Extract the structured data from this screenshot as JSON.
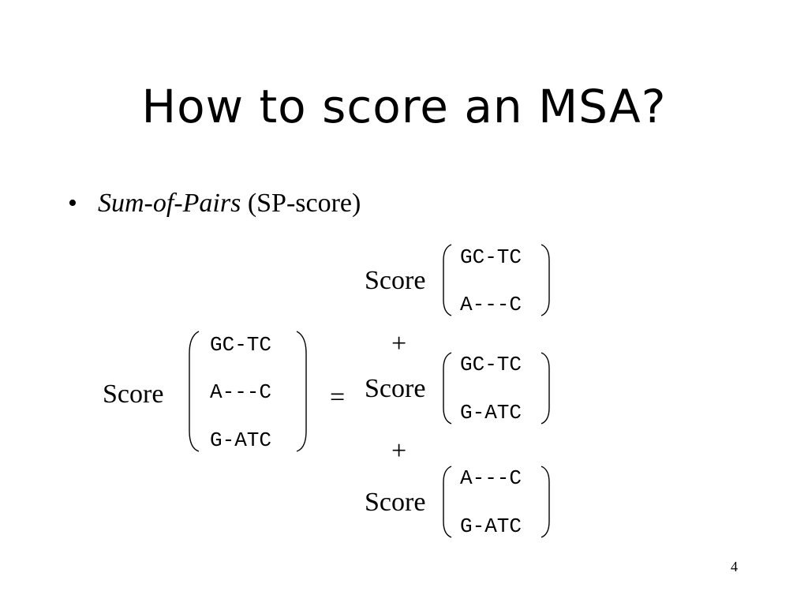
{
  "title": "How to score an MSA?",
  "bullet": {
    "italic": "Sum-of-Pairs",
    "rest": " (SP-score)"
  },
  "score_label": "Score",
  "equals": "=",
  "plus": "+",
  "left_alignment": [
    "GC-TC",
    "A---C",
    "G-ATC"
  ],
  "pairs": [
    [
      "GC-TC",
      "A---C"
    ],
    [
      "GC-TC",
      "G-ATC"
    ],
    [
      "A---C",
      "G-ATC"
    ]
  ],
  "page_number": "4"
}
